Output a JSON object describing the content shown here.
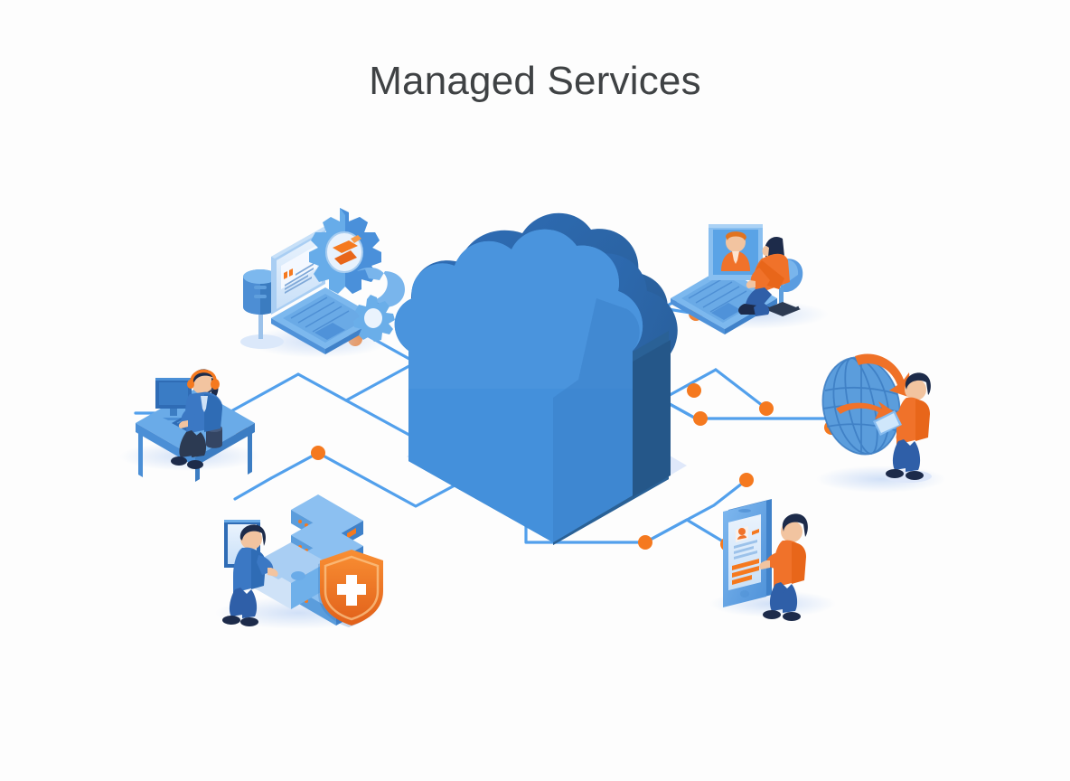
{
  "page": {
    "title": "Managed Services",
    "background_color": "#fdfdfd",
    "title_color": "#3f4244"
  },
  "palette": {
    "accent_orange": "#f5791f",
    "line_blue": "#52a0ec",
    "cloud_light": "#4490db",
    "cloud_dark": "#2d68b2",
    "cloud_shadow": "#dde7fa",
    "device_blue": "#5ba4e8",
    "device_dark_blue": "#2f6cb5",
    "skin": "#f2c4a0",
    "hair_dark": "#1d2b4a",
    "shirt_orange": "#f0722a",
    "shirt_blue": "#2f5fa8"
  },
  "illustration": {
    "center_node": {
      "name": "cloud",
      "label": "cloud"
    },
    "nodes": [
      {
        "id": "maintenance",
        "label": "laptop-gear-maintenance",
        "position": "top-left"
      },
      {
        "id": "video-support",
        "label": "laptop-video-call-agent",
        "position": "top-right"
      },
      {
        "id": "helpdesk",
        "label": "headset-support-desk",
        "position": "left"
      },
      {
        "id": "infrastructure",
        "label": "server-rack-security-shield",
        "position": "bottom-left"
      },
      {
        "id": "global-access",
        "label": "globe-tablet-user",
        "position": "right"
      },
      {
        "id": "mobile-app",
        "label": "tablet-mobile-user",
        "position": "bottom-right"
      }
    ],
    "connector_dots_count": 14
  }
}
